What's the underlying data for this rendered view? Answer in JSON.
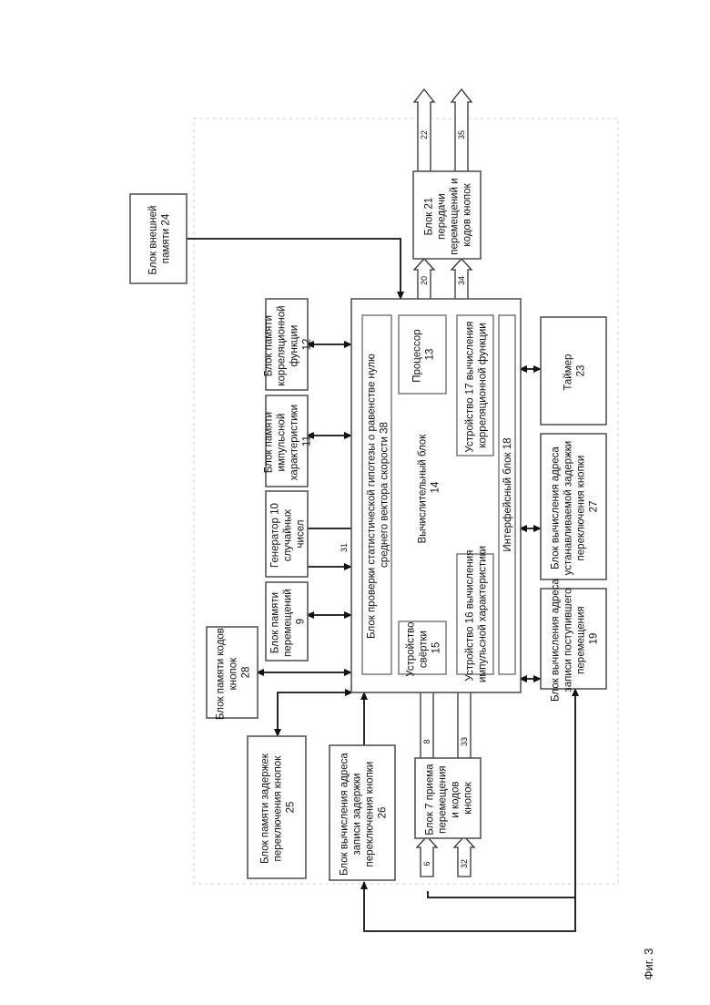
{
  "caption": "Фиг. 3",
  "blocks": {
    "b24": [
      "Блок внешней",
      "памяти 24"
    ],
    "b21": [
      "Блок 21",
      "передачи",
      "перемещений и",
      "кодов кнопок"
    ],
    "b12": [
      "Блок памяти",
      "корреляционной",
      "функции",
      "12"
    ],
    "b11": [
      "Блок памяти",
      "импульсной",
      "характеристики",
      "11"
    ],
    "b10": [
      "Генератор 10",
      "случайных",
      "чисел"
    ],
    "b9": [
      "Блок памяти",
      "перемещений",
      "9"
    ],
    "b28": [
      "Блок памяти кодов",
      "кнопок",
      "28"
    ],
    "b25": [
      "Блок памяти задержек",
      "переключения кнопок",
      "25"
    ],
    "b26": [
      "Блок вычисления адреса",
      "записи задержки",
      "переключения кнопки",
      "26"
    ],
    "b7": [
      "Блок 7 приема",
      "перемещения",
      "и кодов",
      "кнопок"
    ],
    "b23": [
      "Таймер",
      "23"
    ],
    "b27": [
      "Блок вычисления адреса",
      "устанавливаемой задержки",
      "переключения кнопки",
      "27"
    ],
    "b19": [
      "Блок вычисления адреса",
      "записи поступившего",
      "перемещения",
      "19"
    ],
    "b14": [
      "Вычислительный блок",
      "14"
    ],
    "b38": [
      "Блок проверки статистической гипотезы о равенстве нулю",
      "среднего вектора скорости 38"
    ],
    "b13": [
      "Процессор",
      "13"
    ],
    "b15": [
      "Устройство",
      "свёртки",
      "15"
    ],
    "b17": [
      "Устройство 17 вычисления",
      "корреляционной функции"
    ],
    "b16": [
      "Устройство 16 вычисления",
      "импульсной характеристики"
    ],
    "b18": [
      "Интерфейсный блок 18"
    ]
  },
  "signals": {
    "s20": "20",
    "s34": "34",
    "s22": "22",
    "s35": "35",
    "s31": "31",
    "s8": "8",
    "s33": "33",
    "s6": "6",
    "s32": "32"
  }
}
